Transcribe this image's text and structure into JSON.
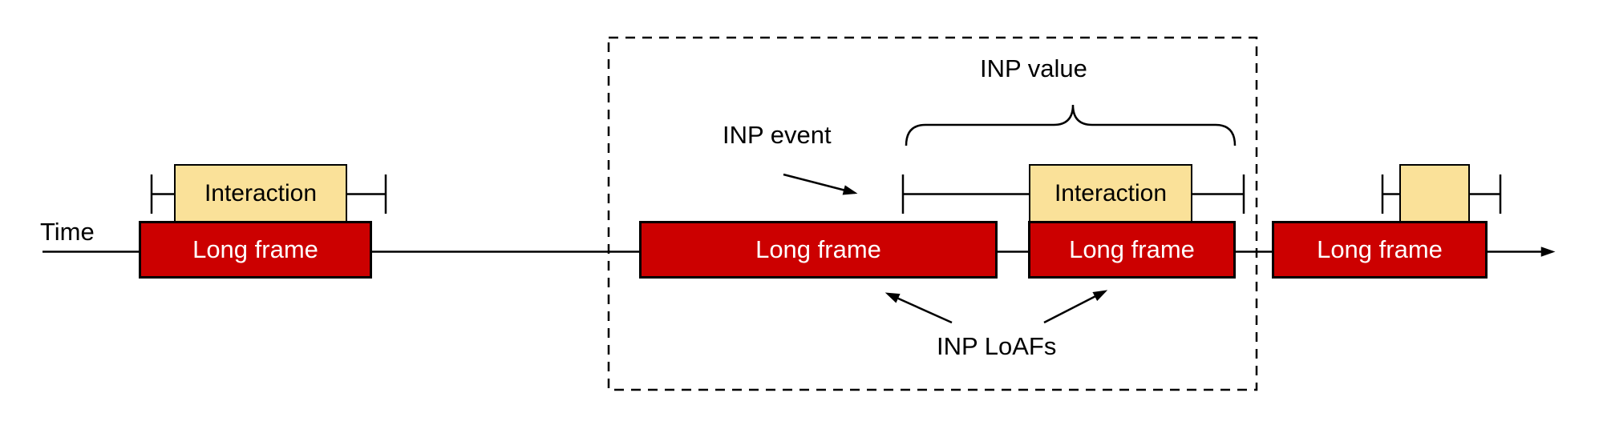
{
  "labels": {
    "time": "Time",
    "inp_event": "INP event",
    "inp_value": "INP value",
    "inp_loafs": "INP LoAFs"
  },
  "long_frames": [
    {
      "label": "Long frame"
    },
    {
      "label": "Long frame"
    },
    {
      "label": "Long frame"
    },
    {
      "label": "Long frame"
    }
  ],
  "interactions": [
    {
      "label": "Interaction"
    },
    {
      "label": "Interaction"
    },
    {
      "label": ""
    }
  ],
  "colors": {
    "long_frame_fill": "#cc0000",
    "long_frame_text": "#ffffff",
    "interaction_fill": "#fae199",
    "stroke": "#000000"
  }
}
